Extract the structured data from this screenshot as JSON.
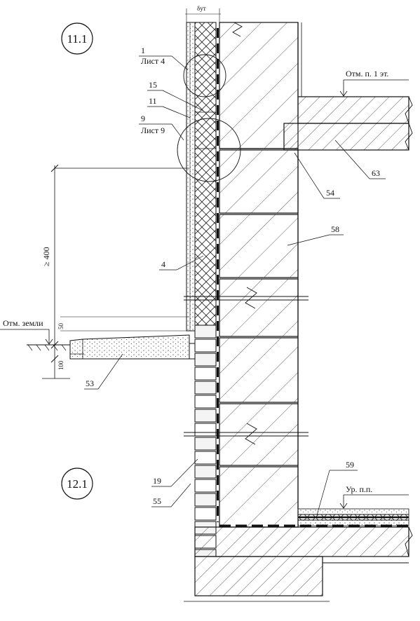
{
  "sheet_marks": {
    "top": "11.1",
    "bottom": "12.1"
  },
  "dimension_top": "δут",
  "callouts": [
    {
      "line1": "1",
      "line2": "Лист 4"
    },
    {
      "line1": "9",
      "line2": "Лист 9"
    }
  ],
  "levels": {
    "first_floor": "Отм. п. 1 эт.",
    "ground": "Отм. земли",
    "basement_floor": "Ур. п.п."
  },
  "dimensions": {
    "height_min": "≥ 400",
    "plinth": "50",
    "blind_area": "100"
  },
  "positions": {
    "p15": "15",
    "p11": "11",
    "p63": "63",
    "p54": "54",
    "p58": "58",
    "p4": "4",
    "p53": "53",
    "p59": "59",
    "p19": "19",
    "p55": "55"
  }
}
